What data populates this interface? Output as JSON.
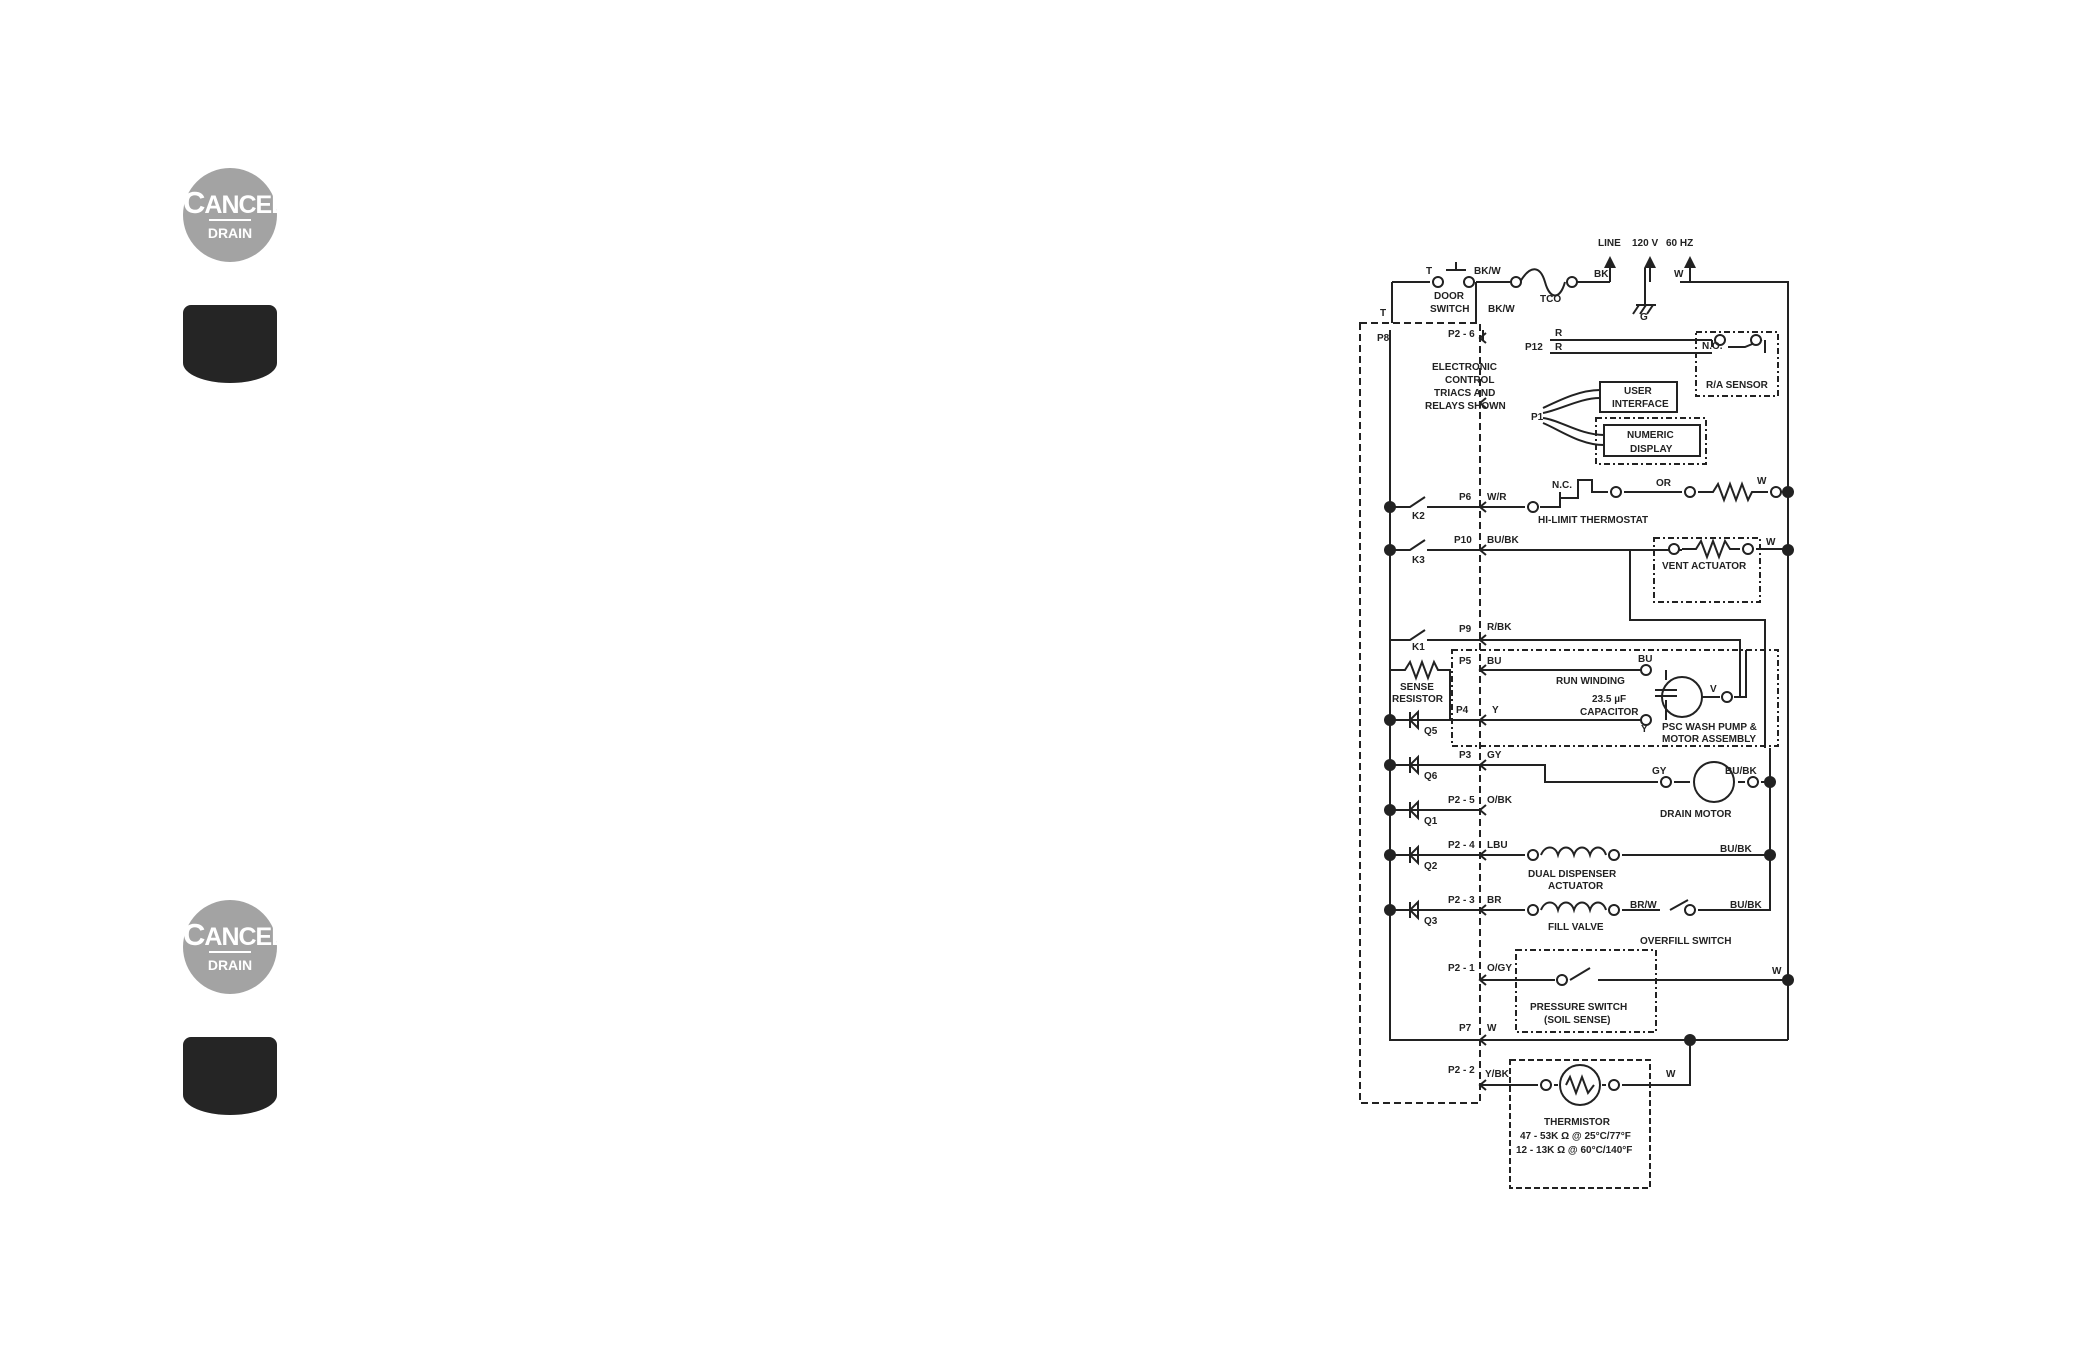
{
  "buttons": {
    "cancel_drain_1": {
      "line1": "Cancel",
      "line2": "Drain"
    },
    "cancel_drain_2": {
      "line1": "Cancel",
      "line2": "Drain"
    }
  },
  "schematic": {
    "supply": {
      "line": "LINE",
      "voltage": "120 V",
      "freq": "60 HZ",
      "bk": "BK",
      "w": "W",
      "g": "G"
    },
    "door_switch": {
      "label1": "DOOR",
      "label2": "SWITCH",
      "t": "T",
      "wire": "BK/W"
    },
    "tco": "TCO",
    "control": {
      "line1": "ELECTRONIC",
      "line2": "CONTROL",
      "line3": "TRIACS AND",
      "line4": "RELAYS SHOWN"
    },
    "connectors": {
      "p8": "P8",
      "p2_6": "P2 - 6",
      "p12": "P12",
      "p1": "P1",
      "p6": "P6",
      "p10": "P10",
      "p9": "P9",
      "p5": "P5",
      "p4": "P4",
      "p3": "P3",
      "p2_5": "P2 - 5",
      "p2_4": "P2 - 4",
      "p2_3": "P2 - 3",
      "p2_1": "P2 - 1",
      "p7": "P7",
      "p2_2": "P2 - 2",
      "t": "T"
    },
    "relays": {
      "k1": "K1",
      "k2": "K2",
      "k3": "K3"
    },
    "triacs": {
      "q1": "Q1",
      "q2": "Q2",
      "q3": "Q3",
      "q5": "Q5",
      "q6": "Q6"
    },
    "wires": {
      "bk_w": "BK/W",
      "r": "R",
      "w_r": "W/R",
      "bu_bk": "BU/BK",
      "r_bk": "R/BK",
      "bu": "BU",
      "y": "Y",
      "gy": "GY",
      "o_bk": "O/BK",
      "lbu": "LBU",
      "br": "BR",
      "br_w": "BR/W",
      "o_gy": "O/GY",
      "w": "W",
      "y_bk": "Y/BK",
      "or": "OR",
      "v": "V"
    },
    "components": {
      "ra_sensor": "R/A SENSOR",
      "no": "N.O.",
      "nc": "N.C.",
      "user_interface_1": "USER",
      "user_interface_2": "INTERFACE",
      "numeric_display_1": "NUMERIC",
      "numeric_display_2": "DISPLAY",
      "hi_limit": "HI-LIMIT THERMOSTAT",
      "vent_actuator": "VENT ACTUATOR",
      "run_winding": "RUN WINDING",
      "capacitor_value": "23.5 µF",
      "capacitor": "CAPACITOR",
      "pump1": "PSC WASH PUMP &",
      "pump2": "MOTOR ASSEMBLY",
      "sense1": "SENSE",
      "sense2": "RESISTOR",
      "drain_motor": "DRAIN MOTOR",
      "dispenser1": "DUAL DISPENSER",
      "dispenser2": "ACTUATOR",
      "fill_valve": "FILL VALVE",
      "overfill_switch": "OVERFILL SWITCH",
      "pressure1": "PRESSURE SWITCH",
      "pressure2": "(SOIL SENSE)",
      "thermistor": "THERMISTOR",
      "therm1": "47 - 53K Ω @ 25°C/77°F",
      "therm2": "12 - 13K Ω @ 60°C/140°F"
    }
  }
}
